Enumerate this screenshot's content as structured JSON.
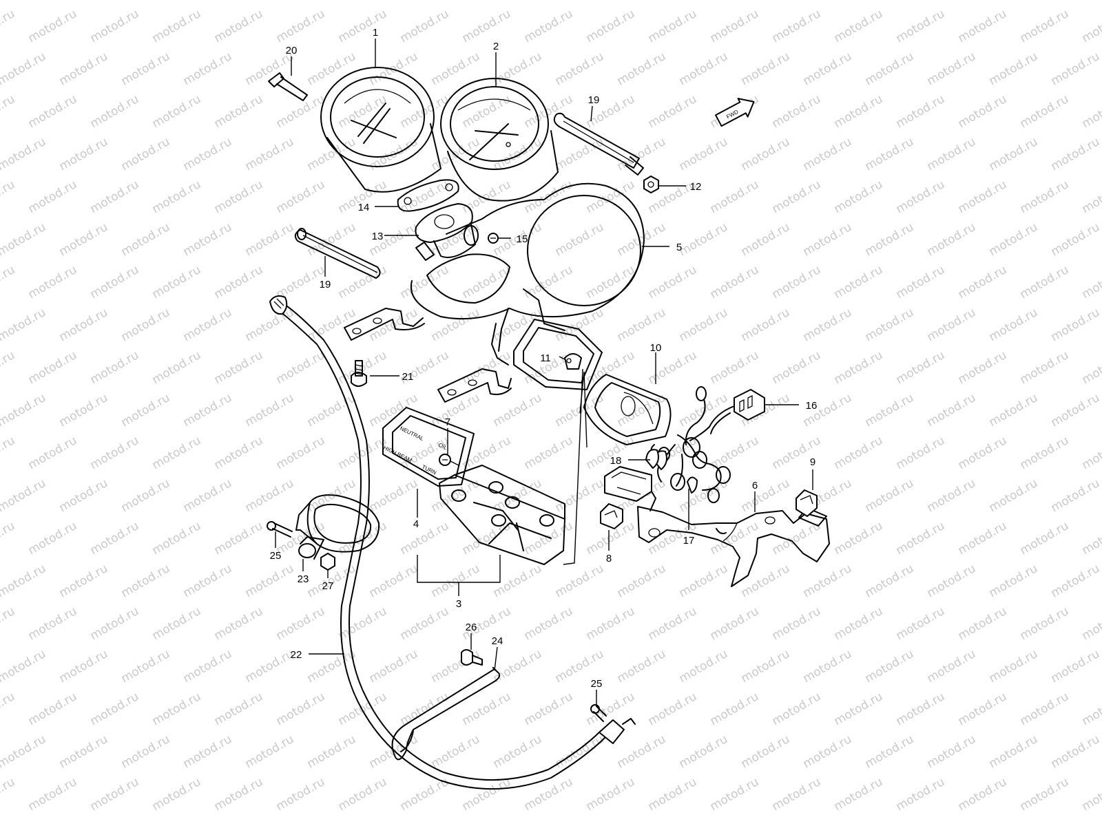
{
  "diagram": {
    "watermark_text": "motod.ru",
    "fwd_label": "FWD",
    "indicator_labels": {
      "neutral": "NEUTRAL",
      "oil": "OIL",
      "high_beam": "HIGH BEAM",
      "turn": "TURN"
    },
    "callouts": {
      "p1": "1",
      "p2": "2",
      "p3": "3",
      "p4": "4",
      "p5": "5",
      "p6": "6",
      "p7": "7",
      "p8": "8",
      "p9": "9",
      "p10": "10",
      "p11": "11",
      "p12": "12",
      "p13": "13",
      "p14": "14",
      "p15": "15",
      "p16": "16",
      "p17": "17",
      "p18": "18",
      "p19a": "19",
      "p19b": "19",
      "p20": "20",
      "p21": "21",
      "p22": "22",
      "p23": "23",
      "p24": "24",
      "p25a": "25",
      "p25b": "25",
      "p26": "26",
      "p27": "27"
    }
  }
}
